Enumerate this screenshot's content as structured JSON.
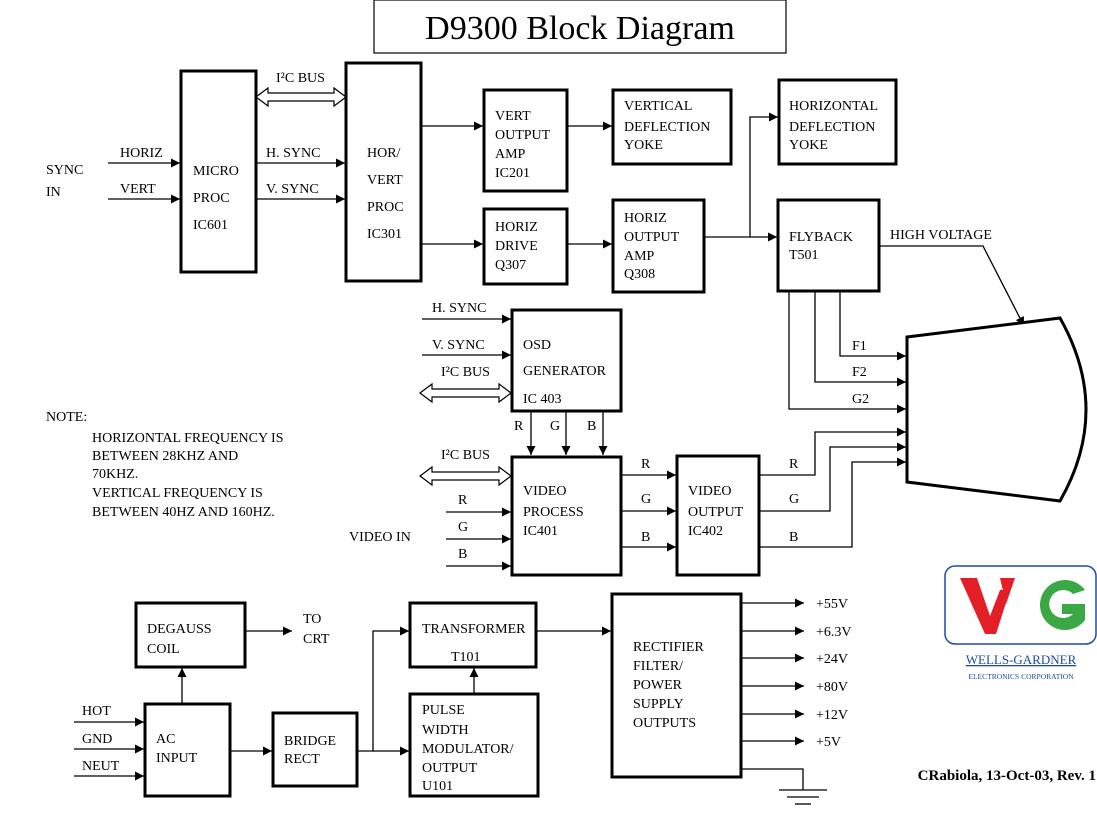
{
  "title": "D9300 Block Diagram",
  "blocks": {
    "micro": [
      "MICRO",
      "PROC",
      "IC601"
    ],
    "horvert": [
      "HOR/",
      "VERT",
      "PROC",
      "IC301"
    ],
    "vert_amp": [
      "VERT",
      "OUTPUT",
      "AMP",
      "IC201"
    ],
    "vert_yoke": [
      "VERTICAL",
      "DEFLECTION",
      "YOKE"
    ],
    "horiz_yoke": [
      "HORIZONTAL",
      "DEFLECTION",
      "YOKE"
    ],
    "horiz_drive": [
      "HORIZ",
      "DRIVE",
      "Q307"
    ],
    "horiz_amp": [
      "HORIZ",
      "OUTPUT",
      "AMP",
      "Q308"
    ],
    "flyback": [
      "FLYBACK",
      "T501"
    ],
    "osd": [
      "OSD",
      "GENERATOR",
      "IC 403"
    ],
    "video_process": [
      "VIDEO",
      "PROCESS",
      "IC401"
    ],
    "video_output": [
      "VIDEO",
      "OUTPUT",
      "IC402"
    ],
    "degauss": [
      "DEGAUSS",
      "COIL"
    ],
    "ac_input": [
      "AC",
      "INPUT"
    ],
    "bridge": [
      "BRIDGE",
      "RECT"
    ],
    "transformer": [
      "TRANSFORMER",
      "T101"
    ],
    "pwm": [
      "PULSE",
      "WIDTH",
      "MODULATOR/",
      "OUTPUT",
      "U101"
    ],
    "rectifier": [
      "RECTIFIER",
      "FILTER/",
      "POWER",
      "SUPPLY",
      "OUTPUTS"
    ]
  },
  "labels": {
    "sync_in": [
      "SYNC",
      "IN"
    ],
    "horiz": "HORIZ",
    "vert": "VERT",
    "i2c_bus": "I²C BUS",
    "h_sync": "H. SYNC",
    "v_sync": "V. SYNC",
    "high_voltage": "HIGH VOLTAGE",
    "f1": "F1",
    "f2": "F2",
    "g2": "G2",
    "r": "R",
    "g": "G",
    "b": "B",
    "video_in": "VIDEO IN",
    "to_crt": [
      "TO",
      "CRT"
    ],
    "hot": "HOT",
    "gnd": "GND",
    "neut": "NEUT"
  },
  "outputs": [
    "+55V",
    "+6.3V",
    "+24V",
    "+80V",
    "+12V",
    "+5V"
  ],
  "note": {
    "heading": "NOTE:",
    "lines": [
      "HORIZONTAL FREQUENCY IS",
      "BETWEEN 28KHZ AND",
      "70KHZ.",
      "VERTICAL FREQUENCY IS",
      "BETWEEN 40HZ AND 160HZ."
    ]
  },
  "logo": {
    "name": "WELLS-GARDNER",
    "subtitle": "ELECTRONICS CORPORATION",
    "colors": {
      "w": "#e41e26",
      "g": "#3aa845",
      "text": "#1f4aa8"
    }
  },
  "credit": "CRabiola, 13-Oct-03, Rev. 1"
}
